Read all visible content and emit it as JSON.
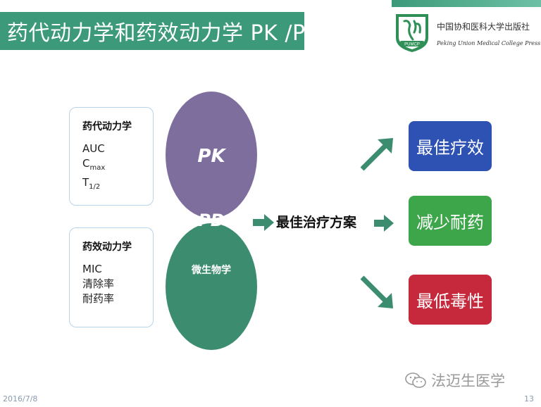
{
  "slide": {
    "title": "药代动力学和药效动力学 PK /PD",
    "date": "2016/7/8",
    "page_number": "13"
  },
  "publisher": {
    "name_cn": "中国协和医科大学出版社",
    "name_en": "Peking Union Medical College Press",
    "logo_text": "PUMCP"
  },
  "cards": {
    "pk": {
      "title": "药代动力学",
      "lines": [
        "AUC",
        "C",
        "max",
        "T",
        "1/2"
      ]
    },
    "pd": {
      "title": "药效动力学",
      "lines": [
        "MIC",
        "清除率",
        "耐药率"
      ]
    }
  },
  "venn": {
    "pk_label": "PK",
    "pd_label": "PD",
    "micro_label": "微生物学",
    "colors": {
      "pk": "#7d6e9e",
      "pd": "#5fa9d8",
      "micro": "#3c8c70"
    }
  },
  "plan_label": "最佳治疗方案",
  "outcomes": [
    {
      "label": "最佳疗效",
      "color": "#2e52b4"
    },
    {
      "label": "减少耐药",
      "color": "#3ea64a"
    },
    {
      "label": "最低毒性",
      "color": "#c6283c"
    }
  ],
  "watermark": {
    "text": "法迈生医学",
    "icon": "wechat-icon"
  },
  "colors": {
    "accent": "#3c9a7a",
    "arrow": "#3c8c70"
  }
}
